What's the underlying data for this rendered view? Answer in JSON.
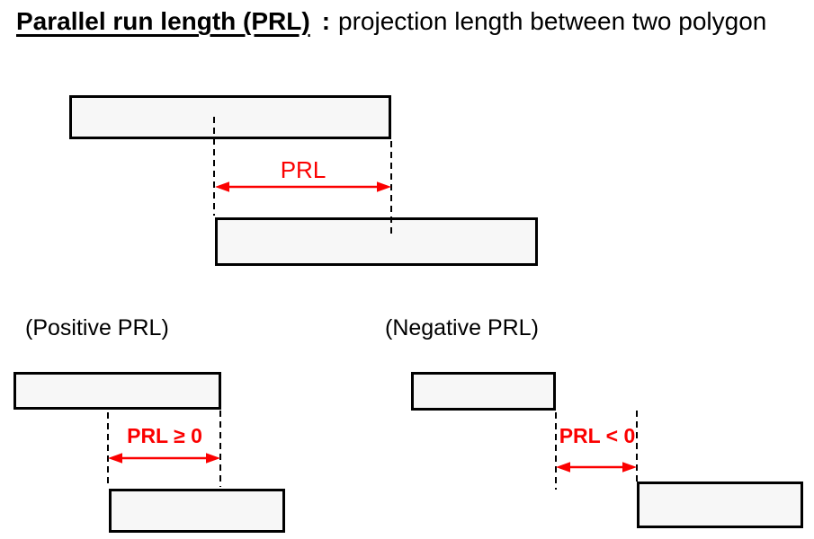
{
  "title": {
    "heading": "Parallel run length (PRL)",
    "separator": ":",
    "description": "projection length between two polygon"
  },
  "figures": {
    "main": {
      "arrow_label": "PRL"
    },
    "positive": {
      "caption": "(Positive PRL)",
      "arrow_label": "PRL ≥ 0"
    },
    "negative": {
      "caption": "(Negative PRL)",
      "arrow_label": "PRL < 0"
    }
  },
  "colors": {
    "annotation_red": "#fb0000",
    "polygon_fill": "#f7f7f7",
    "polygon_border": "#000000",
    "background": "#ffffff",
    "text": "#000000"
  }
}
